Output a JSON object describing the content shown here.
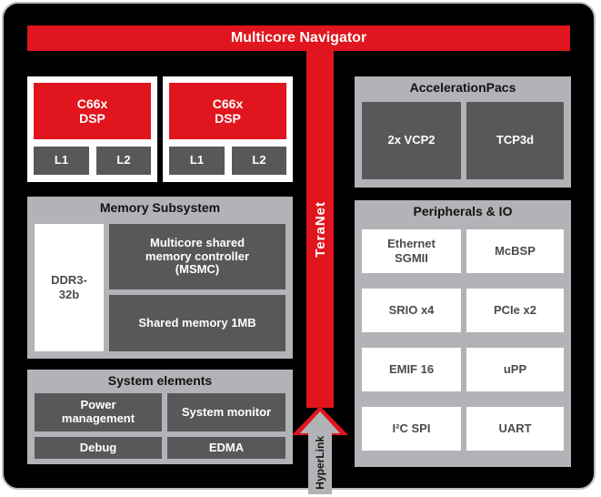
{
  "banner": {
    "label": "Multicore Navigator"
  },
  "bus": {
    "teranet": "TeraNet",
    "hyperlink": "HyperLink"
  },
  "cores": [
    {
      "name": "C66x\nDSP",
      "l1": "L1",
      "l2": "L2"
    },
    {
      "name": "C66x\nDSP",
      "l1": "L1",
      "l2": "L2"
    }
  ],
  "memory": {
    "title": "Memory Subsystem",
    "ddr": "DDR3-\n32b",
    "msmc": "Multicore shared\nmemory controller\n(MSMC)",
    "shared": "Shared memory 1MB"
  },
  "system": {
    "title": "System elements",
    "items": [
      "Power\nmanagement",
      "System monitor",
      "Debug",
      "EDMA"
    ]
  },
  "accel": {
    "title": "AccelerationPacs",
    "items": [
      "2x VCP2",
      "TCP3d"
    ]
  },
  "periph": {
    "title": "Peripherals & IO",
    "items": [
      "Ethernet\nSGMII",
      "McBSP",
      "SRIO x4",
      "PCIe x2",
      "EMIF 16",
      "uPP",
      "I²C SPI",
      "UART"
    ]
  },
  "colors": {
    "red": "#e0151d",
    "dark_gray": "#57585a",
    "light_gray": "#b1b3b6",
    "background": "#000000"
  }
}
